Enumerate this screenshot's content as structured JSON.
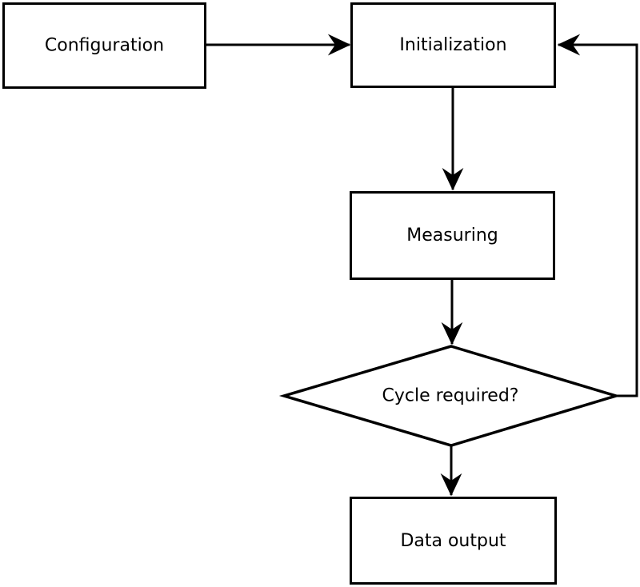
{
  "diagram": {
    "type": "flowchart",
    "background_color": "#ffffff",
    "line_color": "#000000",
    "text_color": "#000000",
    "nodes": [
      {
        "id": "configuration",
        "shape": "rectangle",
        "label": "Configuration"
      },
      {
        "id": "initialization",
        "shape": "rectangle",
        "label": "Initialization"
      },
      {
        "id": "measuring",
        "shape": "rectangle",
        "label": "Measuring"
      },
      {
        "id": "cycle-required",
        "shape": "diamond",
        "label": "Cycle required?"
      },
      {
        "id": "data-output",
        "shape": "rectangle",
        "label": "Data output"
      }
    ],
    "edges": [
      {
        "from": "configuration",
        "to": "initialization"
      },
      {
        "from": "initialization",
        "to": "measuring"
      },
      {
        "from": "measuring",
        "to": "cycle-required"
      },
      {
        "from": "cycle-required",
        "to": "data-output"
      },
      {
        "from": "cycle-required",
        "to": "initialization"
      }
    ]
  }
}
